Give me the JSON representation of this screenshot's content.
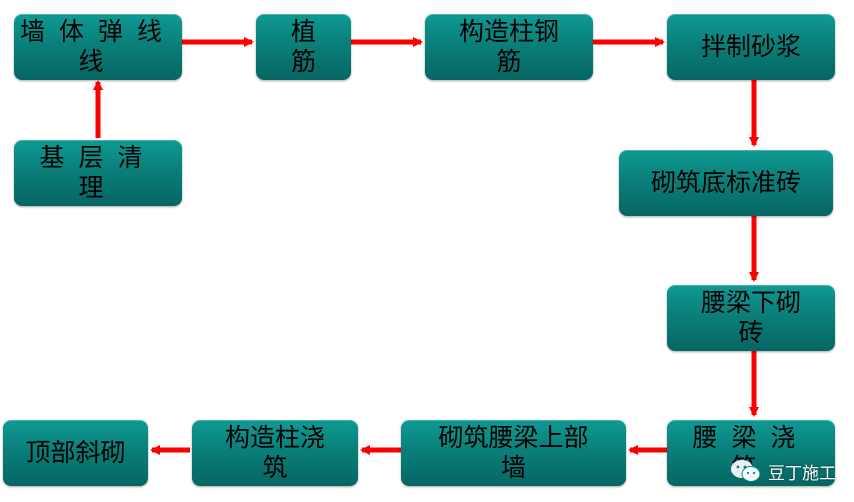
{
  "diagram": {
    "nodes": {
      "wall_line": "墙体弹线",
      "wall_line_b": "线",
      "base_clean": "基层清",
      "base_clean_b": "理",
      "rebar_plant": "植",
      "rebar_plant_b": "筋",
      "col_rebar": "构造柱钢",
      "col_rebar_b": "筋",
      "mix_mortar": "拌制砂浆",
      "bottom_brick": "砌筑底标准砖",
      "beam_brick": "腰梁下砌",
      "beam_brick_b": "砖",
      "beam_pour": "腰梁浇",
      "beam_pour_b": "筑",
      "upper_wall": "砌筑腰梁上部",
      "upper_wall_b": "墙",
      "col_pour": "构造柱浇",
      "col_pour_b": "筑",
      "top_brick": "顶部斜砌"
    },
    "arrow_color": "#ff0000",
    "box_color": "#0a7f7a"
  },
  "watermark": {
    "text": "豆丁施工",
    "icon": "wechat-icon"
  }
}
